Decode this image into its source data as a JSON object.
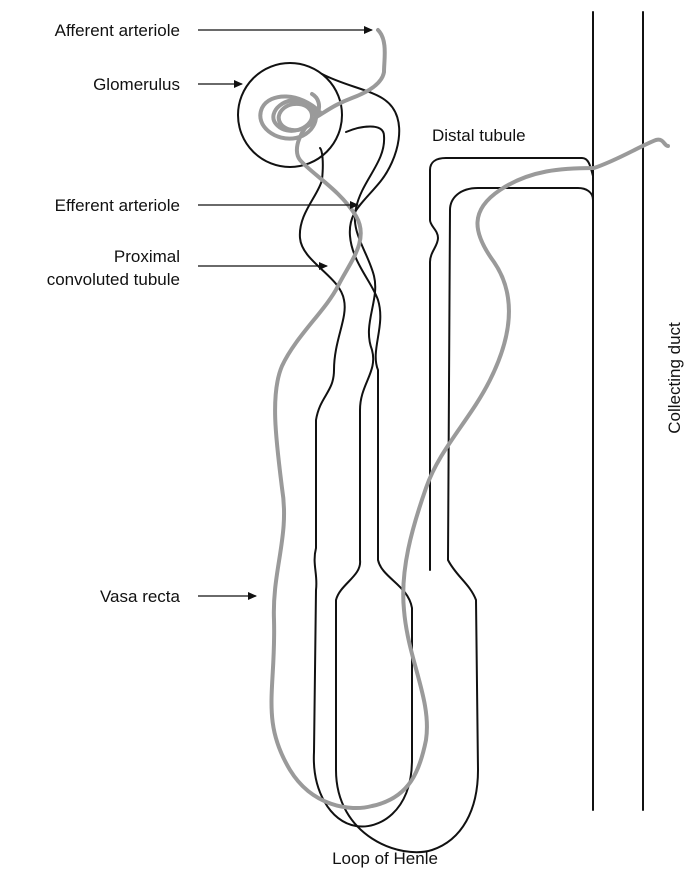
{
  "labels": {
    "afferent_arteriole": "Afferent arteriole",
    "glomerulus": "Glomerulus",
    "distal_tubule": "Distal tubule",
    "efferent_arteriole": "Efferent arteriole",
    "proximal_line1": "Proximal",
    "proximal_line2": "convoluted tubule",
    "collecting_duct": "Collecting duct",
    "vasa_recta": "Vasa recta",
    "loop_of_henle": "Loop of Henle"
  },
  "colors": {
    "tubule": "#111111",
    "vessel": "#9a9a9a"
  }
}
